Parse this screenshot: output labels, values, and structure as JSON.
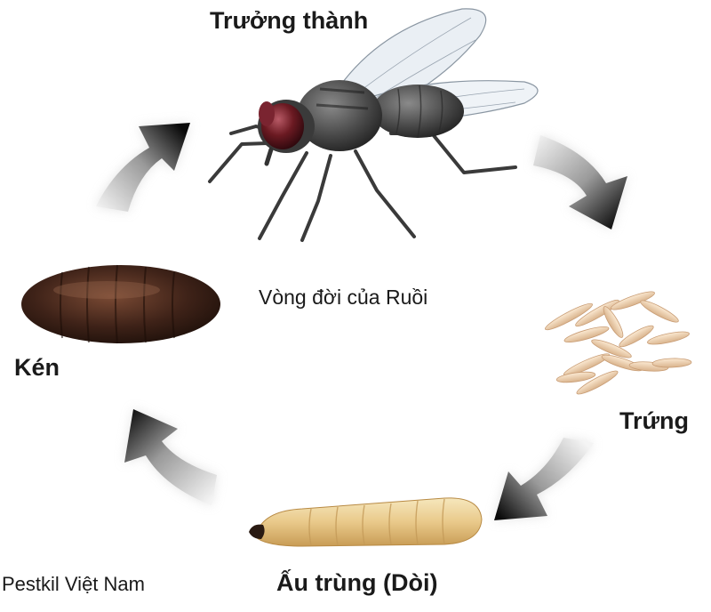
{
  "title": "Vòng đời của Ruồi",
  "credit": "Pestkil Việt Nam",
  "stages": {
    "adult": "Trưởng thành",
    "egg": "Trứng",
    "larva": "Ấu trùng (Dòi)",
    "pupa": "Kén"
  },
  "cycle_order": [
    "Trưởng thành",
    "Trứng",
    "Ấu trùng (Dòi)",
    "Kén"
  ],
  "icons": {
    "adult": "housefly-icon",
    "egg": "egg-cluster-icon",
    "larva": "maggot-icon",
    "pupa": "pupa-icon",
    "arrow": "curved-arrow-icon"
  },
  "colors": {
    "arrow_dark": "#111111",
    "arrow_light": "#e6e6e6",
    "text": "#1a1a1a",
    "fly_body": "#4a4a4a",
    "fly_eye": "#6b1a22",
    "egg": "#f0d5b4",
    "larva": "#ecd49a",
    "pupa": "#4a2a1c"
  }
}
